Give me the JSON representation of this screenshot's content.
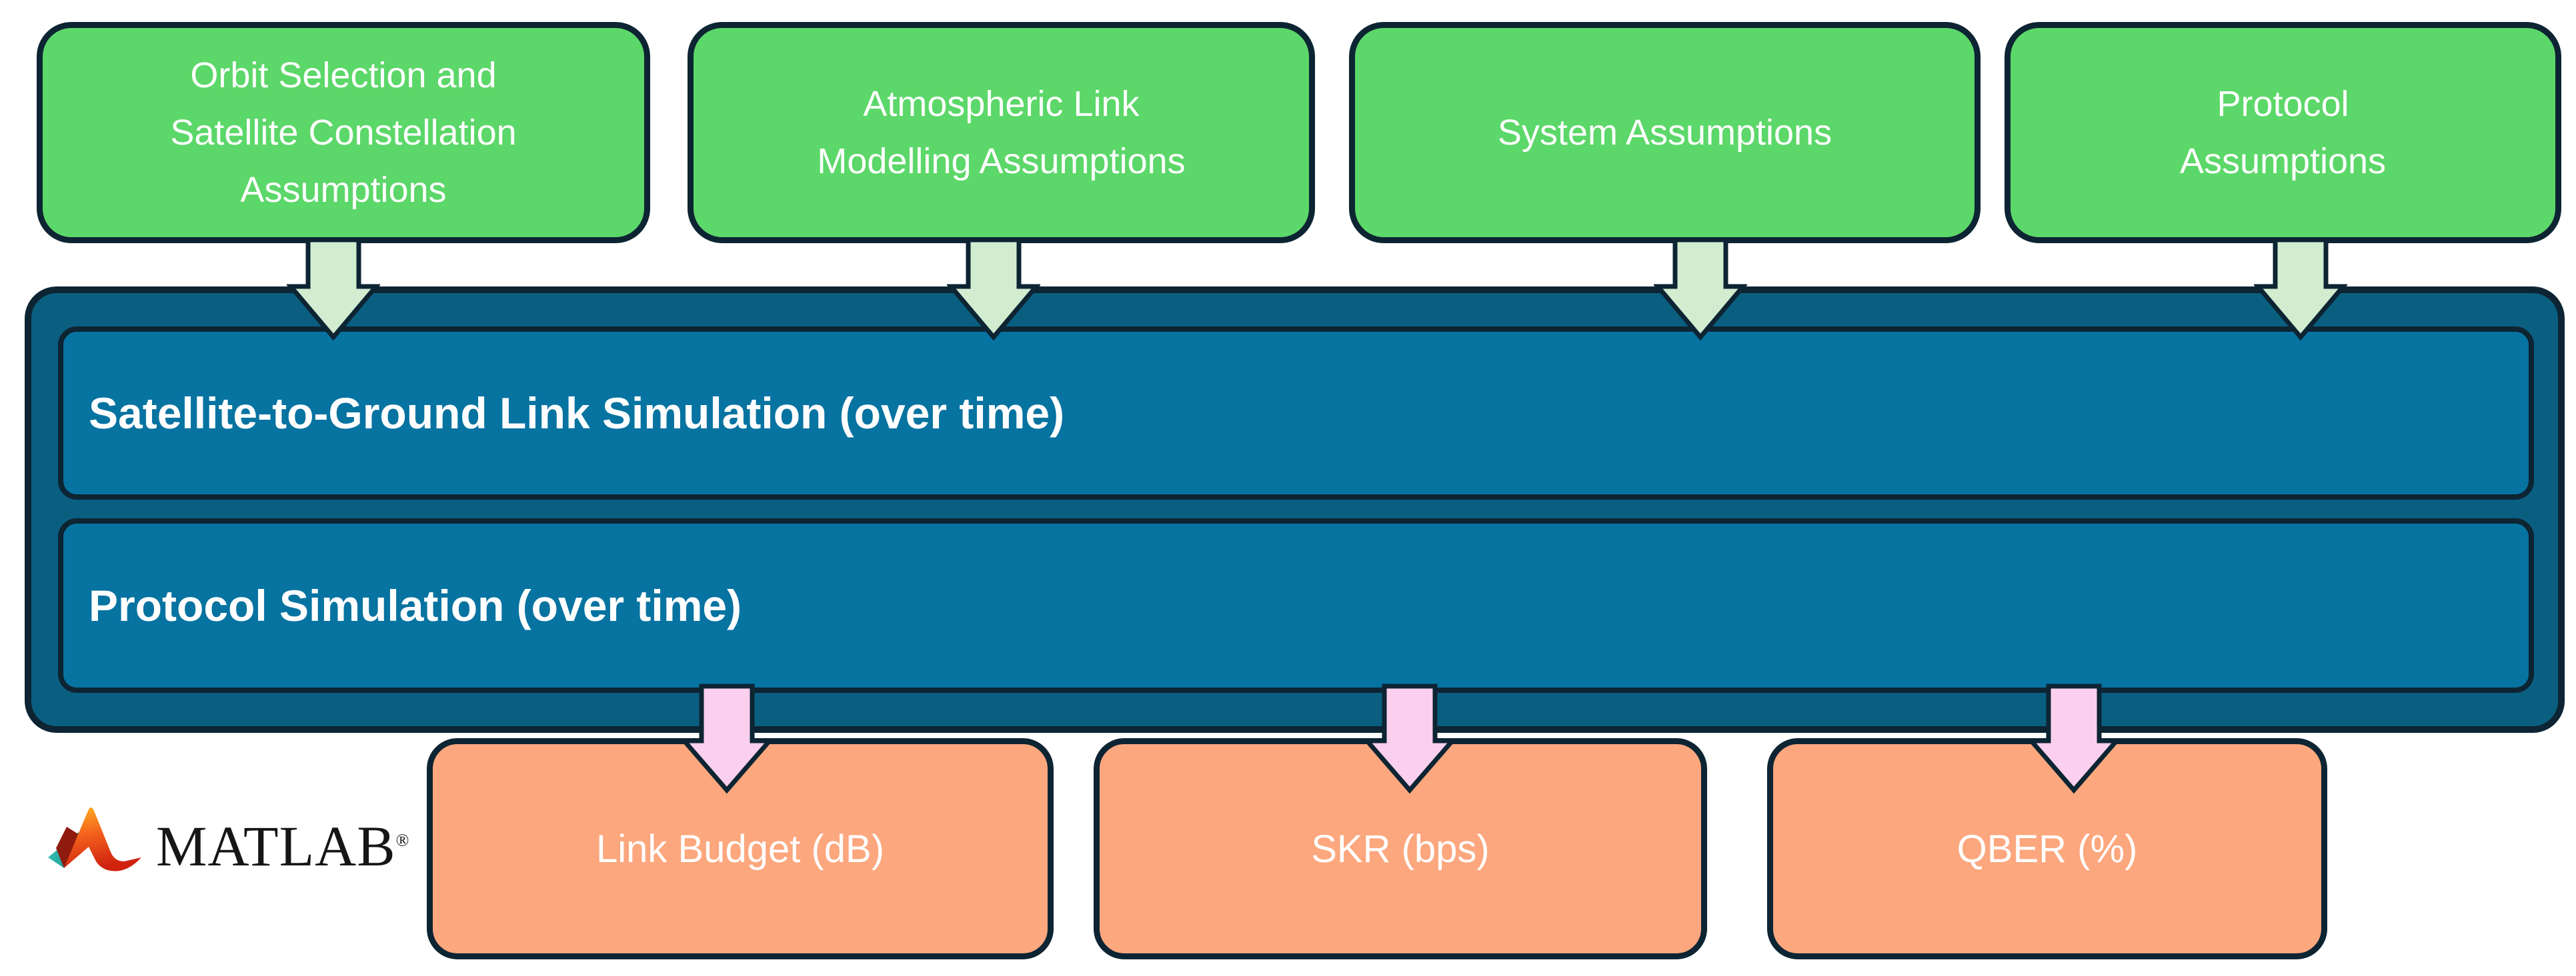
{
  "colors": {
    "green_box_fill": "#5CD769",
    "teal_outer_fill": "#0A5F80",
    "teal_inner_fill": "#0773A1",
    "orange_box_fill": "#FCA77E",
    "arrow_green_fill": "#D2ECD0",
    "arrow_pink_fill": "#FBD0EE",
    "border_navy": "#0D2433",
    "text_white": "#FFFFFF"
  },
  "diagram": {
    "inputs": [
      {
        "label": "Orbit Selection and\nSatellite Constellation\nAssumptions"
      },
      {
        "label": "Atmospheric Link\nModelling Assumptions"
      },
      {
        "label": "System Assumptions"
      },
      {
        "label": "Protocol\nAssumptions"
      }
    ],
    "simulation": {
      "rows": [
        {
          "label": "Satellite-to-Ground Link Simulation (over time)"
        },
        {
          "label": "Protocol Simulation (over time)"
        }
      ]
    },
    "outputs": [
      {
        "label": "Link Budget (dB)"
      },
      {
        "label": "SKR (bps)"
      },
      {
        "label": "QBER (%)"
      }
    ],
    "branding": {
      "wordmark": "MATLAB",
      "registered": "®"
    }
  }
}
